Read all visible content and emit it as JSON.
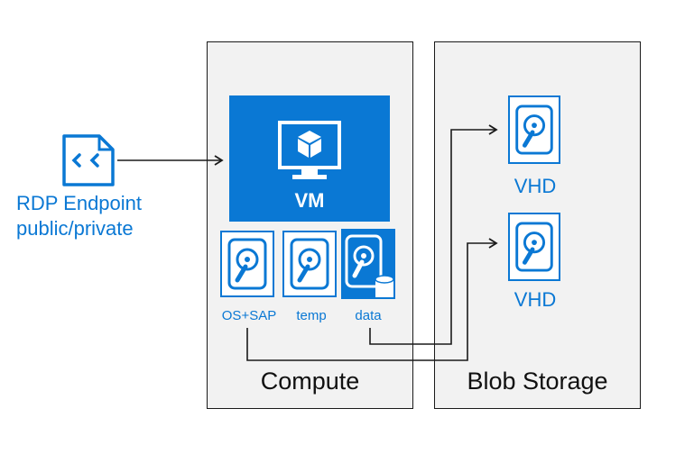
{
  "rdp": {
    "line1": "RDP Endpoint",
    "line2": "public/private"
  },
  "vm": {
    "label": "VM"
  },
  "disks": {
    "os": "OS+SAP",
    "temp": "temp",
    "data": "data"
  },
  "compute": {
    "label": "Compute"
  },
  "storage": {
    "label": "Blob Storage",
    "vhd_top": "VHD",
    "vhd_bottom": "VHD"
  },
  "colors": {
    "accent": "#0a78d4",
    "panel": "#f2f2f2",
    "line": "#1a1a1a"
  }
}
